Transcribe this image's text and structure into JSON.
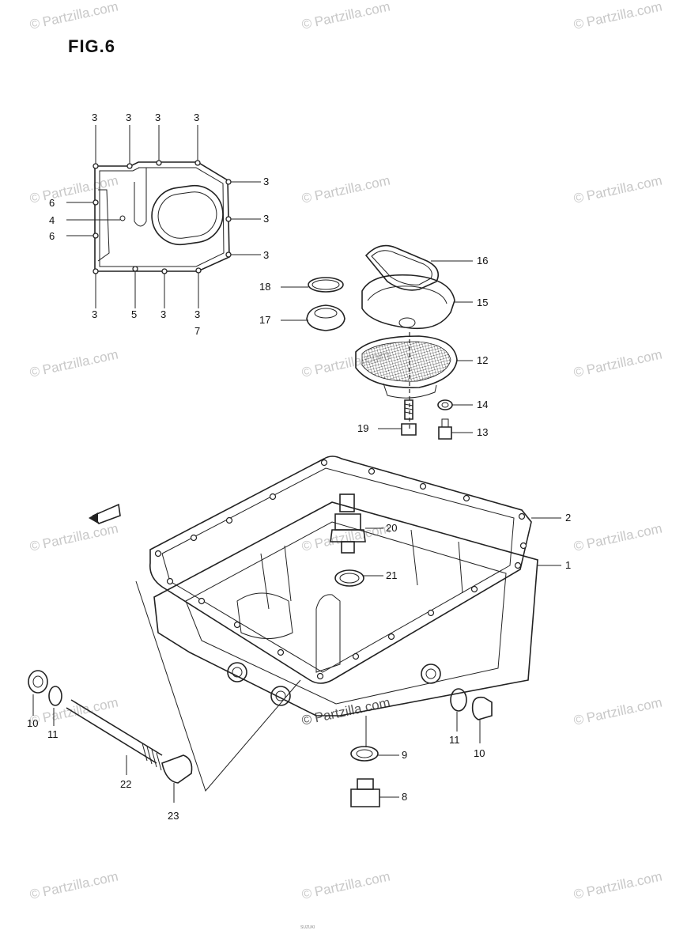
{
  "figure": {
    "title": "FIG.6"
  },
  "watermark": {
    "symbol": "©",
    "text": "Partzilla.com"
  },
  "callouts": {
    "c1": "1",
    "c2": "2",
    "c3": "3",
    "c4": "4",
    "c5": "5",
    "c6": "6",
    "c7": "7",
    "c8": "8",
    "c9": "9",
    "c10": "10",
    "c11": "11",
    "c12": "12",
    "c13": "13",
    "c14": "14",
    "c15": "15",
    "c16": "16",
    "c17": "17",
    "c18": "18",
    "c19": "19",
    "c20": "20",
    "c21": "21",
    "c22": "22",
    "c23": "23"
  },
  "footer": {
    "text": "SUZUKI"
  }
}
